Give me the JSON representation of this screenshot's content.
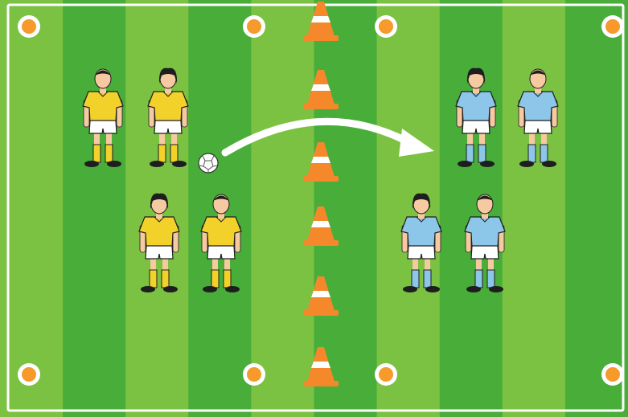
{
  "pitch": {
    "stripe_light": "#7cc242",
    "stripe_dark": "#49ad3a",
    "stripe_count": 10,
    "line_color": "#ffffff"
  },
  "markers": {
    "count": 8,
    "fill": "#ffffff",
    "ring": "#f59a2b",
    "dot": "#f59a2b"
  },
  "cones": {
    "count": 6,
    "icon": "training-cone-icon",
    "color": "#f5882b",
    "stripe": "#ffffff"
  },
  "ball": {
    "icon": "soccer-ball-icon",
    "color": "#ffffff"
  },
  "pass_arrow": {
    "icon": "curved-arrow-icon",
    "color": "#ffffff",
    "direction": "left-to-right"
  },
  "teams": [
    {
      "name": "",
      "side": "left",
      "player_count": 4,
      "shirt": "#f2d22a",
      "shorts": "#ffffff",
      "socks": "#f2d22a",
      "icon": "player-figure-icon"
    },
    {
      "name": "",
      "side": "right",
      "player_count": 4,
      "shirt": "#8cc6e8",
      "shorts": "#ffffff",
      "socks": "#8cc6e8",
      "icon": "player-figure-icon"
    }
  ]
}
